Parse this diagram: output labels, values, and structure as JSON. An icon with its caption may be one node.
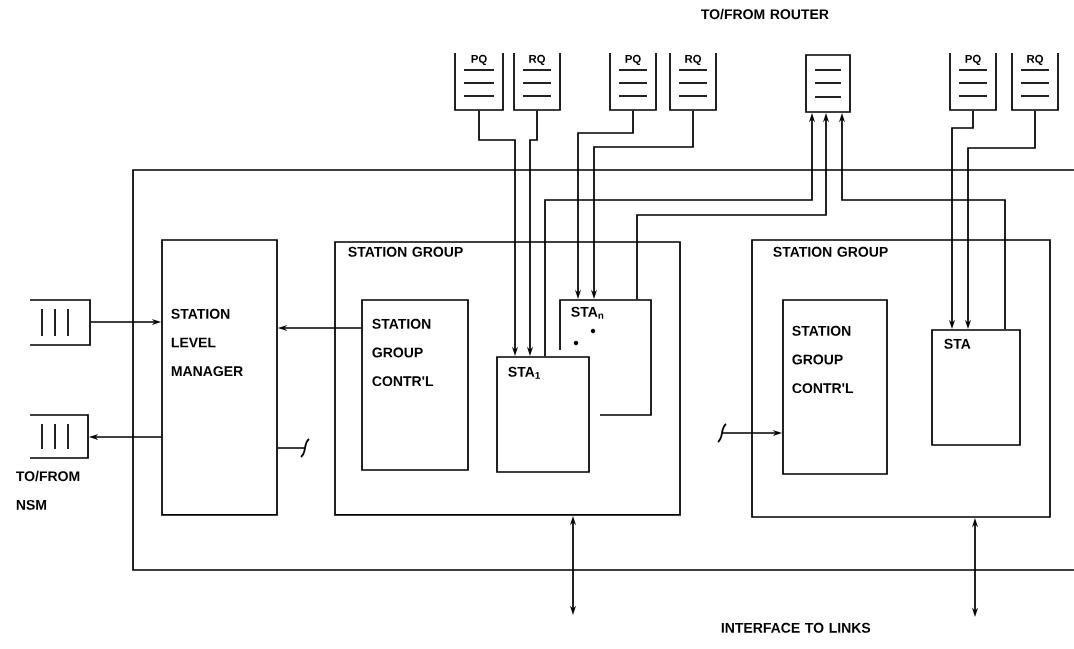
{
  "diagram": {
    "nodes": [
      {
        "text": [],
        "shape": "box"
      },
      {
        "text": [
          "STATION LEVEL MANAGER"
        ],
        "in": 0
      },
      {
        "text": [
          "STATION GROUP"
        ],
        "in": 0
      },
      {
        "text": [
          "STATION GROUP CONTR'L"
        ],
        "in": 2
      },
      {
        "text": [
          "STA$_{1}$"
        ],
        "in": 2
      },
      {
        "text": [
          "STA$_{n}$"
        ],
        "in": 2
      },
      {
        "text": [
          "STATION GROUP"
        ],
        "in": 0
      },
      {
        "text": [
          "STATION GROUP CONTR'L"
        ],
        "in": 6
      },
      {
        "text": [
          "STA"
        ],
        "in": 6
      },
      {
        "text": [
          "PQ"
        ]
      },
      {
        "text": [
          "RQ"
        ]
      },
      {
        "text": [
          "PQ"
        ]
      },
      {
        "text": [
          "RQ"
        ]
      },
      {
        "text": [],
        "shape": "box",
        "beside": [
          "TO/FROM ROUTER"
        ]
      },
      {
        "text": [
          "PQ"
        ]
      },
      {
        "text": [
          "RQ"
        ]
      },
      {
        "text": [],
        "shape": "box"
      },
      {
        "text": [],
        "shape": "box",
        "beside": [
          "TO/FROM NSM"
        ]
      }
    ],
    "edges": [
      {
        "from": 16,
        "to": 1,
        "arrow": "to"
      },
      {
        "from": 1,
        "to": 17,
        "arrow": "to"
      },
      {
        "from": 3,
        "to": 1,
        "arrow": "to"
      },
      {
        "from": 1,
        "to": null,
        "arrow": "none"
      },
      {
        "from": null,
        "to": 7,
        "arrow": "to"
      },
      {
        "from": 9,
        "to": 4,
        "arrow": "to"
      },
      {
        "from": 10,
        "to": 4,
        "arrow": "to"
      },
      {
        "from": 4,
        "to": 13,
        "arrow": "to"
      },
      {
        "from": 11,
        "to": 5,
        "arrow": "to"
      },
      {
        "from": 12,
        "to": 5,
        "arrow": "to"
      },
      {
        "from": 5,
        "to": 13,
        "arrow": "to"
      },
      {
        "from": 14,
        "to": 8,
        "arrow": "to"
      },
      {
        "from": 15,
        "to": 8,
        "arrow": "to"
      },
      {
        "from": 8,
        "to": 13,
        "arrow": "to"
      },
      {
        "from": 2,
        "to": null,
        "arrow": "both"
      },
      {
        "from": 6,
        "to": null,
        "arrow": "both"
      }
    ],
    "labels": [
      "INTERFACE TO LINKS"
    ]
  }
}
